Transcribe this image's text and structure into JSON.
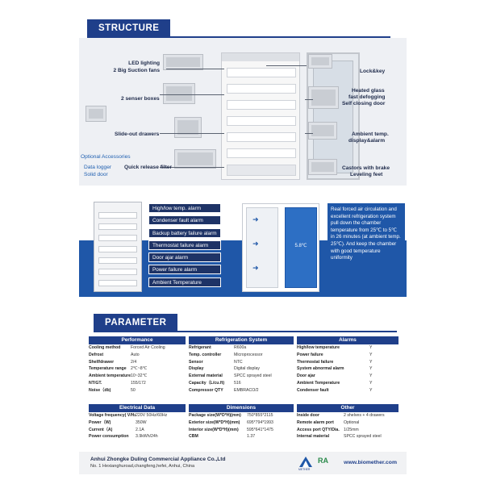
{
  "structure": {
    "title": "STRUCTURE",
    "labels": {
      "led": "LED lighting",
      "fans": "2 Big Suction fans",
      "sensors": "2 senser boxes",
      "drawers": "Slide-out drawers",
      "optional": "Optional Accessories",
      "logger": "Data logger",
      "solid_door": "Solid door",
      "quick_filter": "Quick release filter",
      "lock": "Lock&key",
      "glass": "Heated glass",
      "defog": "fast defogging",
      "self_closing": "Self closing door",
      "ambient": "Ambient temp.",
      "display": "display&alarm",
      "castors": "Castors with brake",
      "leveling": "Leveling feet"
    }
  },
  "alarms": {
    "items": [
      "High/low temp. alarm",
      "Condenser fault alarm",
      "Backup battery failure alarm",
      "Thermostat failure alarm",
      "Door ajar alarm",
      "Power failure alarm",
      "Ambient Temperature"
    ],
    "display_temp": "5.8℃",
    "description": "Real forced air circulation and excellent refrigeration system pull down the chamber temperature from 25℃ to 5℃ in 26 minutes (at ambient temp. 25℃). And keep the chamber with good temperature uniformity"
  },
  "parameter": {
    "title": "PARAMETER",
    "performance": {
      "header": "Performance",
      "rows": [
        [
          "Cooling method",
          "Forced Air Cooling"
        ],
        [
          "Defrost",
          "Auto"
        ],
        [
          "Shelf/drawer",
          "2/4"
        ],
        [
          "Temperature range",
          "2℃~8℃"
        ],
        [
          "Ambient temperature",
          "10~32℃"
        ],
        [
          "NT/GT.",
          "155/172"
        ],
        [
          "Noise（db)",
          "50"
        ]
      ]
    },
    "refrigeration": {
      "header": "Refrigeration System",
      "rows": [
        [
          "Refrigerant",
          "R600a"
        ],
        [
          "Temp. controller",
          "Microprocessor"
        ],
        [
          "Sensor",
          "NTC"
        ],
        [
          "Display",
          "Digital display"
        ],
        [
          "External material",
          "SPCC sprayed steel"
        ],
        [
          "Capacity（L/cu.ft)",
          "516"
        ],
        [
          "Compressor QTY",
          "EMBRACO/2"
        ]
      ]
    },
    "alarms": {
      "header": "Alarms",
      "rows": [
        [
          "High/low temperature",
          "Y"
        ],
        [
          "Power failure",
          "Y"
        ],
        [
          "Thermostat failure",
          "Y"
        ],
        [
          "System abnormal alarm",
          "Y"
        ],
        [
          "Door ajar",
          "Y"
        ],
        [
          "Ambient Temperature",
          "Y"
        ],
        [
          "Condenser fault",
          "Y"
        ]
      ]
    },
    "electrical": {
      "header": "Electrical Data",
      "rows": [
        [
          "Voltage frequency( V/Hz)",
          "220V 50Hz/60Hz"
        ],
        [
          "Power（W)",
          "350W"
        ],
        [
          "Current（A)",
          "2.1A"
        ],
        [
          "Power consumption",
          "3.9kWh/24h"
        ]
      ]
    },
    "dimensions": {
      "header": "Dimensions",
      "rows": [
        [
          "Package size(W*D*H)(mm)",
          "750*855*2115"
        ],
        [
          "Exterior size(W*D*H)(mm)",
          "695*794*1993"
        ],
        [
          "Interior size(W*D*H)(mm)",
          "595*641*1475"
        ],
        [
          "CBM",
          "1.37"
        ]
      ]
    },
    "other": {
      "header": "Other",
      "rows": [
        [
          "Inside door",
          "2 shelves + 4 drawers"
        ],
        [
          "Remote alarm port",
          "Optional"
        ],
        [
          "Access port QTY/Dia.",
          "1/25mm"
        ],
        [
          "Internal material",
          "SPCC sprayed steel"
        ]
      ]
    }
  },
  "footer": {
    "company": "Anhui Zhongke Duling Commercial Appliance Co.,Ltd",
    "address": "No. 1 Hexianghuroad,changfeng,hefei, Anhui, China",
    "website": "www.biomether.com",
    "logo_text": "METHER"
  }
}
